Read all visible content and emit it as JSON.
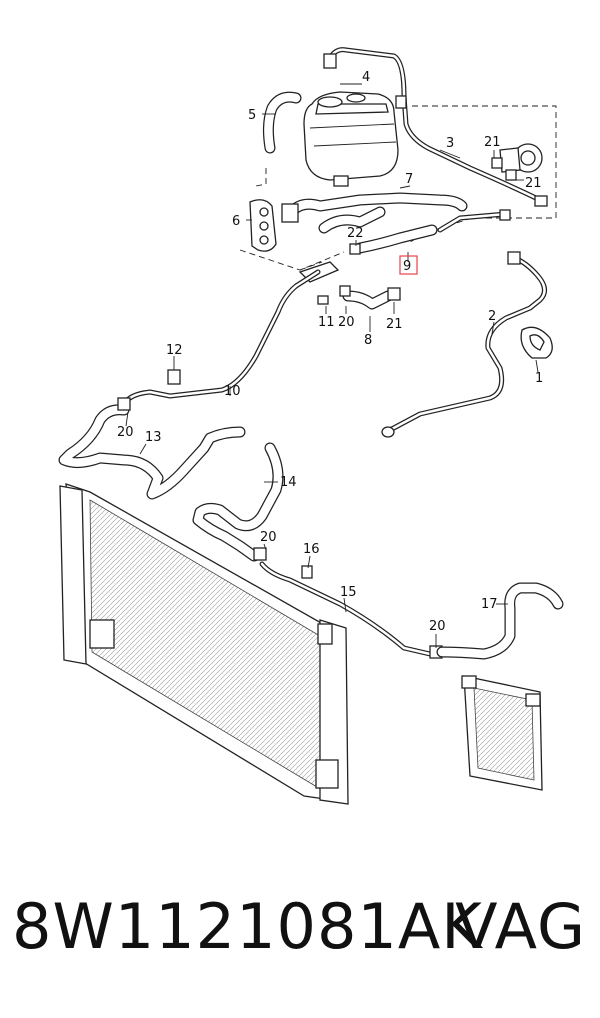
{
  "callouts": [
    "1",
    "2",
    "3",
    "4",
    "5",
    "6",
    "7",
    "8",
    "9",
    "10",
    "11",
    "12",
    "13",
    "14",
    "15",
    "16",
    "17",
    "20",
    "21",
    "22"
  ],
  "highlighted_callout": "9",
  "highlight_color": "#e5434c",
  "footer": {
    "part_number": "8W1121081AK",
    "brand": "VAG"
  }
}
